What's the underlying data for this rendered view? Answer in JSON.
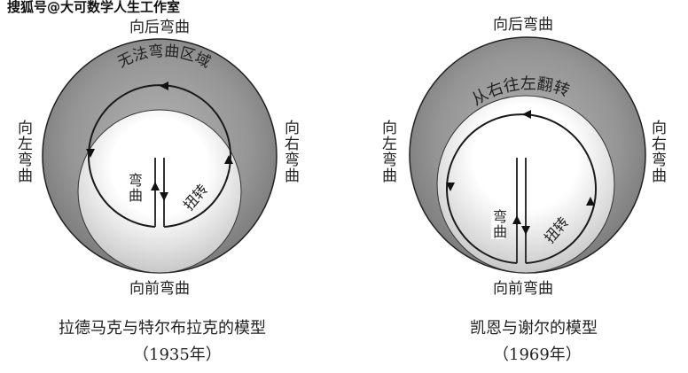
{
  "watermark": "搜狐号@大可数学人生工作室",
  "left_model": {
    "top": "向后弯曲",
    "left": "向左弯曲",
    "right": "向右弯曲",
    "bottom": "向前弯曲",
    "region": "无法弯曲区域",
    "bend": "弯曲",
    "twist": "扭转",
    "caption": "拉德马克与特尔布拉克的模型",
    "year": "（1935年）"
  },
  "right_model": {
    "top": "向后弯曲",
    "left": "向左弯曲",
    "right": "向右弯曲",
    "bottom": "向前弯曲",
    "region": "从右往左翻转",
    "bend": "弯曲",
    "twist": "扭转",
    "caption": "凯恩与谢尔的模型",
    "year": "（1969年）"
  },
  "colors": {
    "outer": "#8c8c8c",
    "inner": "#ffffff",
    "stroke": "#1a1a1a"
  }
}
